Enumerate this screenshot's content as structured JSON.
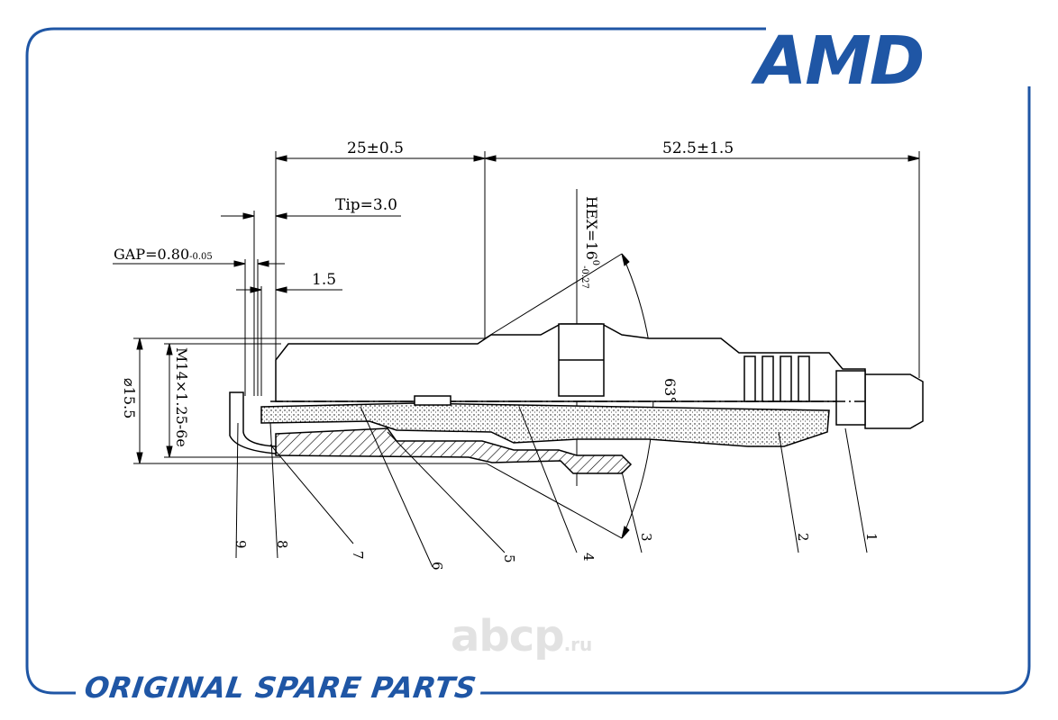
{
  "brand": {
    "logo_text": "AMD",
    "tagline": "ORIGINAL SPARE PARTS",
    "accent_color": "#1f56a5"
  },
  "watermark": {
    "main": "abcp",
    "suffix": ".ru"
  },
  "dimensions": {
    "tip_to_seat": "25±0.5",
    "seat_to_terminal": "52.5±1.5",
    "tip": "Tip=3.0",
    "gap_main": "GAP=0.80",
    "gap_tolerance": "-0.05",
    "electrode_offset": "1.5",
    "hex_main": "HEX=16",
    "hex_sup": "0",
    "hex_sub": "-0.27",
    "thread": "M14×1.25-6e",
    "diameter": "⌀15.5",
    "angle": "63°"
  },
  "callouts": [
    "1",
    "2",
    "3",
    "4",
    "5",
    "6",
    "7",
    "8",
    "9"
  ]
}
